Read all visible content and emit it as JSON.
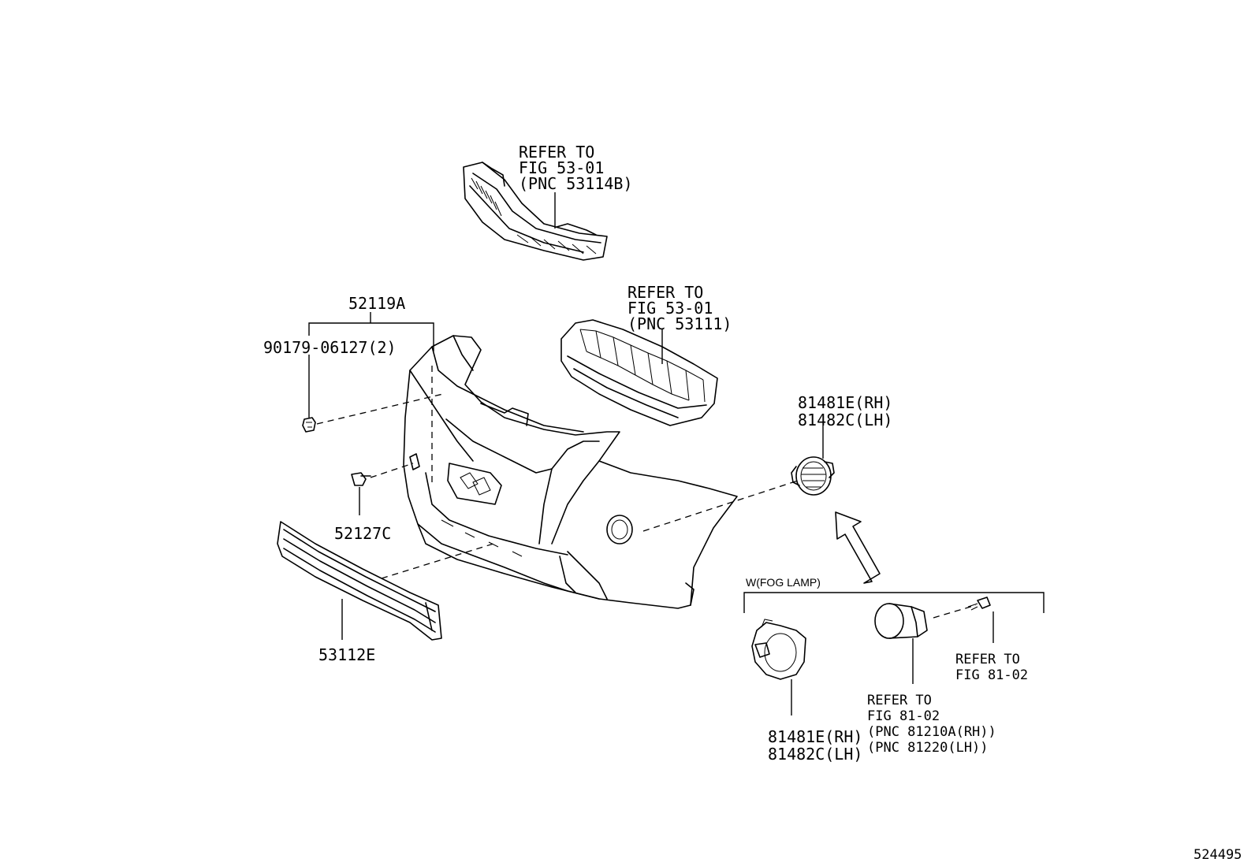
{
  "labels": {
    "upper_grille_ref": [
      "REFER TO",
      "FIG 53-01",
      "(PNC 53114B)"
    ],
    "radiator_grille_ref": [
      "REFER TO",
      "FIG 53-01",
      "(PNC 53111)"
    ],
    "bumper_cover": "52119A",
    "clip": "90179-06127(2)",
    "retainer": "52127C",
    "lower_grille": "53112E",
    "fog_cover_top": [
      "81481E(RH)",
      "81482C(LH)"
    ],
    "fog_group_title": "W(FOG LAMP)",
    "screw_ref": [
      "REFER TO",
      "FIG 81-02"
    ],
    "fog_lamp_ref": [
      "REFER TO",
      "FIG 81-02",
      "(PNC 81210A(RH))",
      "(PNC 81220(LH))"
    ],
    "fog_cover_bottom": [
      "81481E(RH)",
      "81482C(LH)"
    ],
    "illustration_number": "524495"
  }
}
